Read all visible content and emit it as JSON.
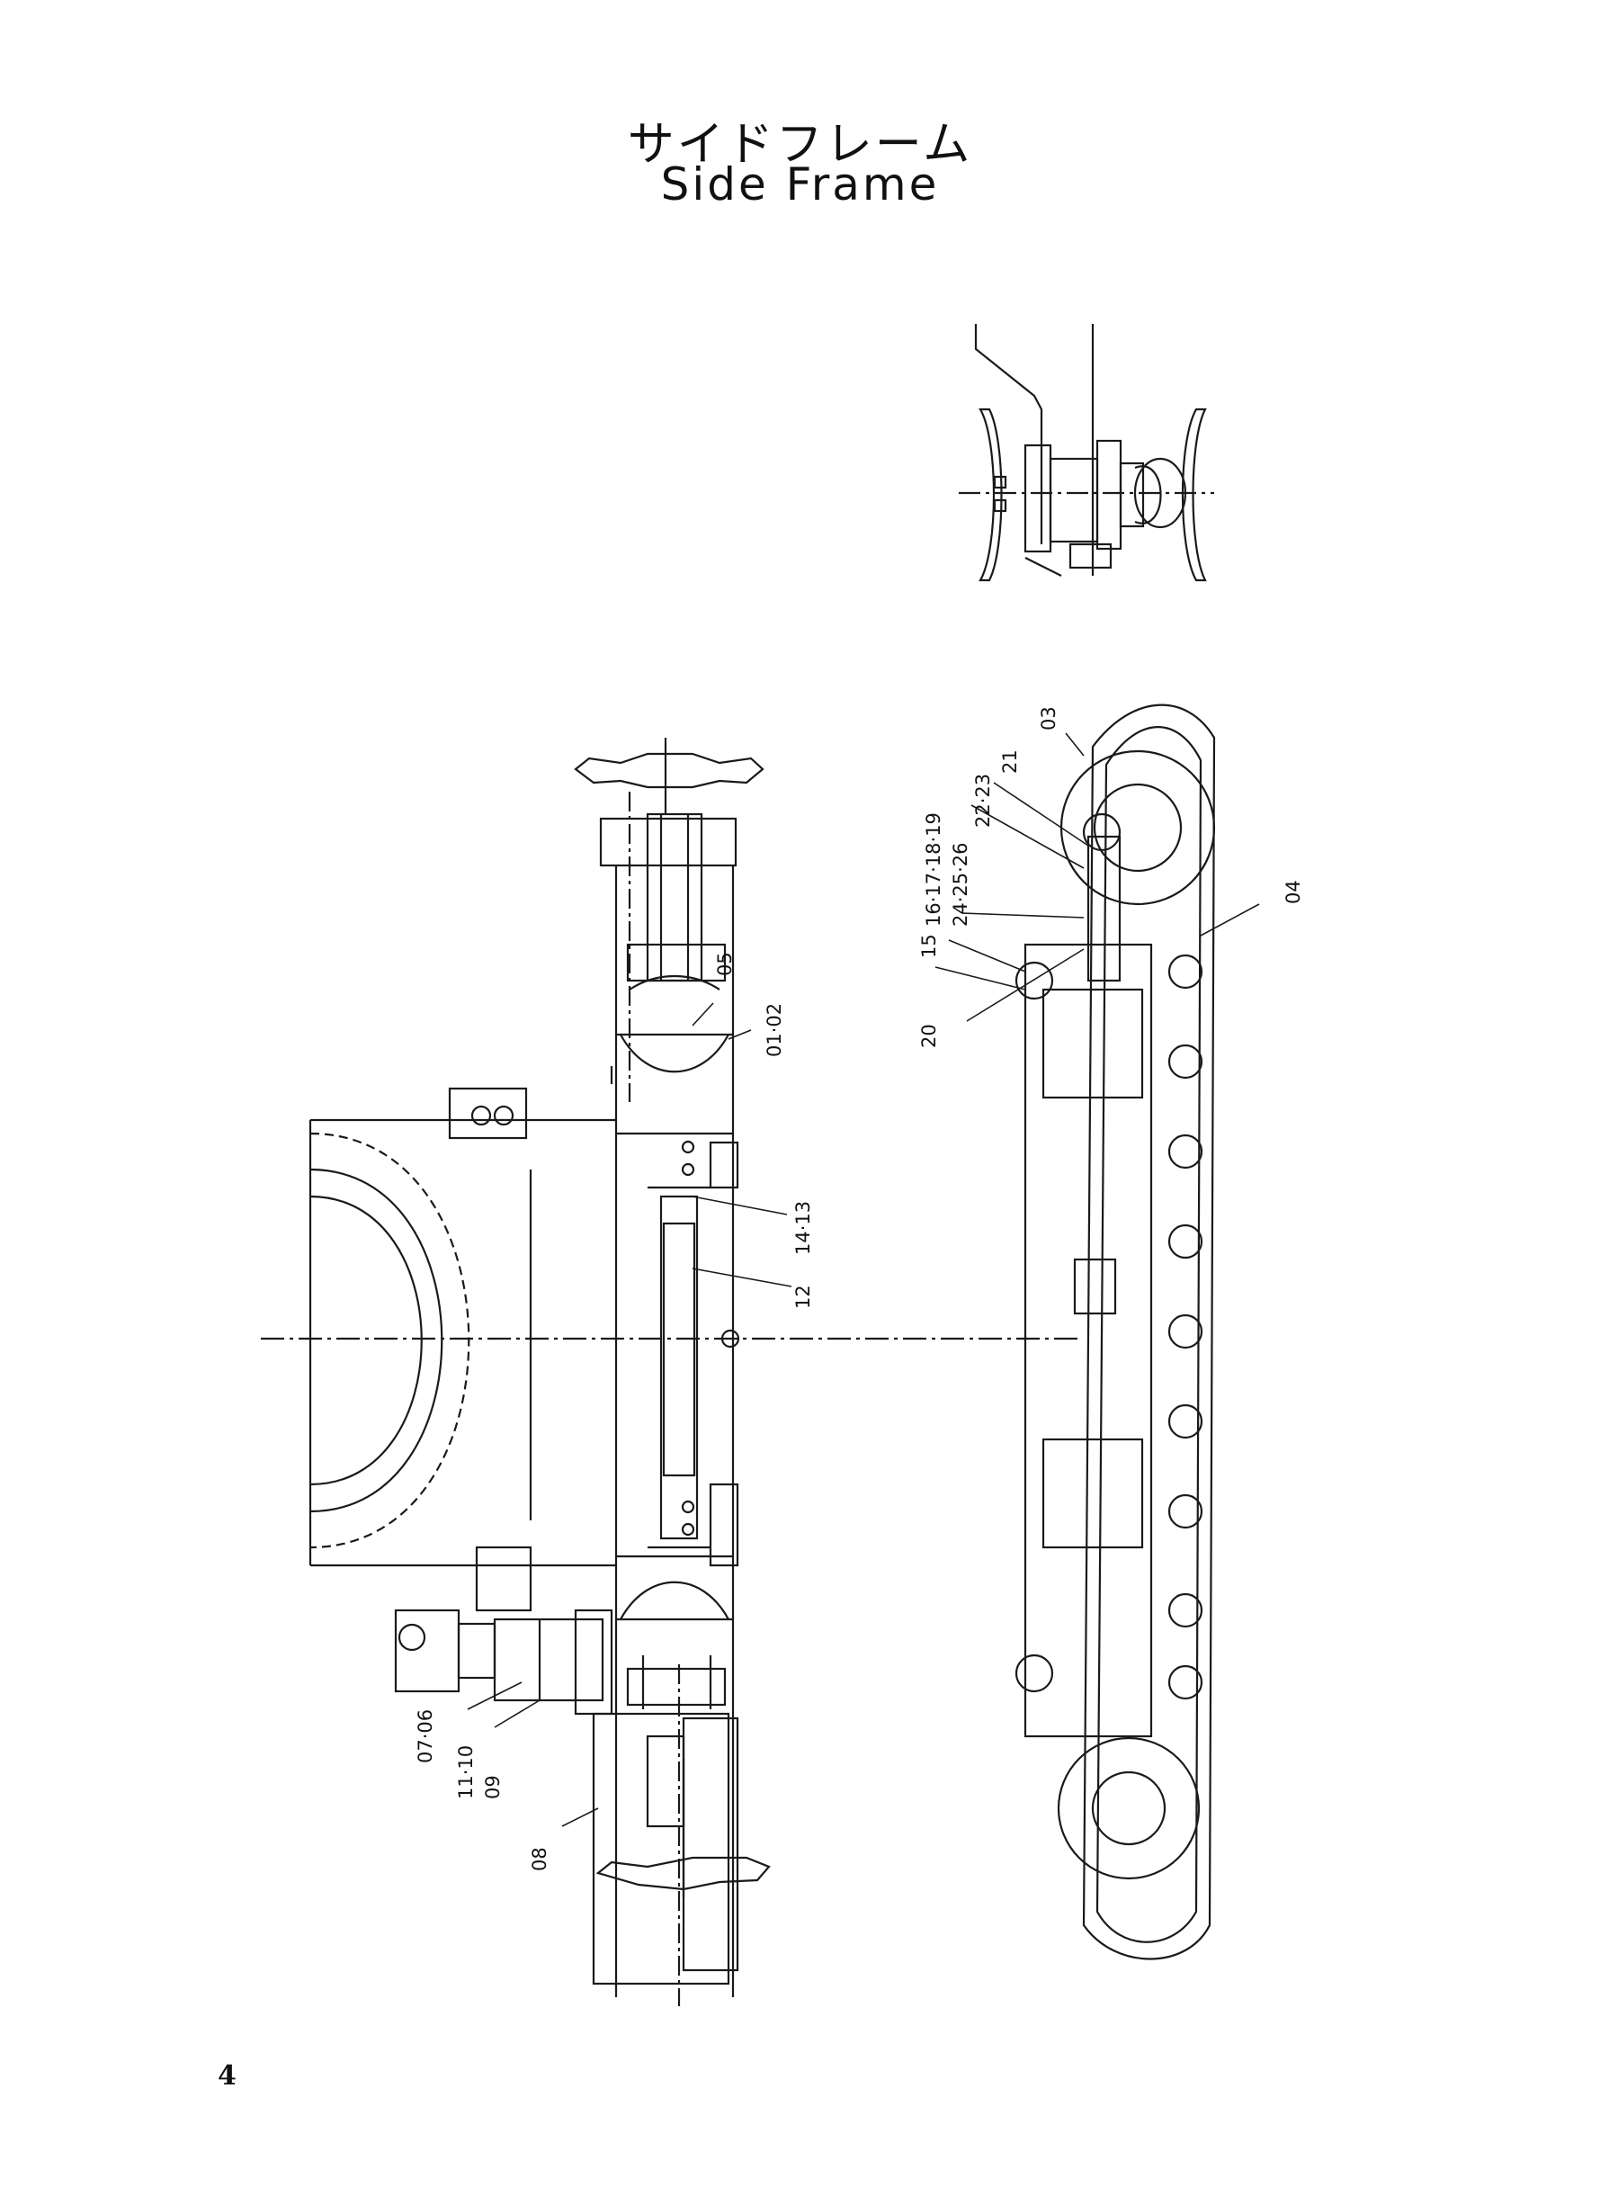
{
  "title": {
    "japanese": "サイドフレーム",
    "english": "Side Frame"
  },
  "callouts": {
    "c03": "03",
    "c21": "21",
    "c2223": "22·23",
    "c242526": "24·25·26",
    "c16171819": "16·17·18·19",
    "c15": "15",
    "c20": "20",
    "c04": "04",
    "c05": "05",
    "c0102": "01·02",
    "c1413": "14·13",
    "c12": "12",
    "c0706": "07·06",
    "c1110": "11·10",
    "c09": "09",
    "c08": "08"
  },
  "page_number": "4"
}
